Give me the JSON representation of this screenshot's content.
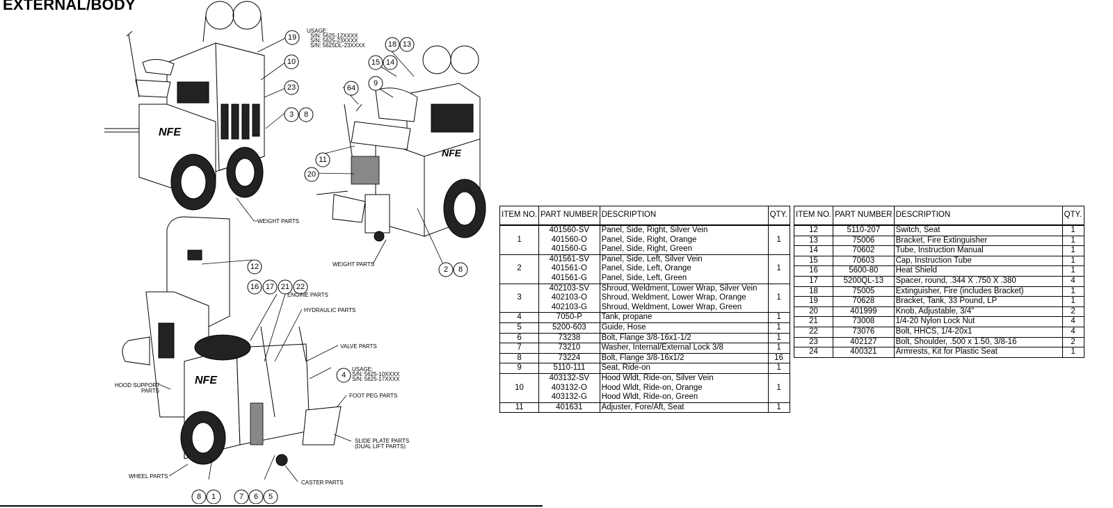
{
  "page_title": "EXTERNAL/BODY",
  "diagram": {
    "balloons": {
      "b19": "19",
      "b10": "10",
      "b23": "23",
      "b3": "3",
      "b8a": "8",
      "b18": "18",
      "b13": "13",
      "b15": "15",
      "b14": "14",
      "b9": "9",
      "b64": "64",
      "b11": "11",
      "b20": "20",
      "b2": "2",
      "b8b": "8",
      "b12": "12",
      "b16": "16",
      "b17": "17",
      "b21": "21",
      "b22": "22",
      "b4": "4",
      "b8c": "8",
      "b1": "1",
      "b7": "7",
      "b6": "6",
      "b5": "5"
    },
    "usage_top": [
      "USAGE:",
      "S/N: 5625-12XXXX",
      "S/N: 5625-23XXXX",
      "S/N: 5625DL-23XXXX"
    ],
    "usage_mid": [
      "USAGE:",
      "S/N: 5625-10XXXX",
      "S/N: 5625-17XXXX"
    ],
    "labels": {
      "weight_parts_1": "WEIGHT PARTS",
      "weight_parts_2": "WEIGHT PARTS",
      "engine_parts": "ENGINE PARTS",
      "hydraulic_parts": "HYDRAULIC PARTS",
      "valve_parts": "VALVE PARTS",
      "hood_support_1": "HOOD SUPPORT",
      "hood_support_2": "PARTS",
      "foot_peg_parts": "FOOT PEG PARTS",
      "slide_plate_1": "SLIDE PLATE PARTS",
      "slide_plate_2": "(DUAL LIFT PARTS)",
      "wheel_parts": "WHEEL PARTS",
      "caster_parts": "CASTER PARTS",
      "logo": "NFE"
    }
  },
  "tables": {
    "headers": {
      "item": "ITEM NO.",
      "part": "PART NUMBER",
      "desc": "DESCRIPTION",
      "qty": "QTY."
    },
    "left": [
      {
        "item": "1",
        "parts": [
          "401560-SV",
          "401560-O",
          "401560-G"
        ],
        "descs": [
          "Panel, Side, Right, Silver Vein",
          "Panel, Side, Right, Orange",
          "Panel, Side, Right, Green"
        ],
        "qty": "1"
      },
      {
        "item": "2",
        "parts": [
          "401561-SV",
          "401561-O",
          "401561-G"
        ],
        "descs": [
          "Panel, Side, Left, Silver Vein",
          "Panel, Side, Left, Orange",
          "Panel, Side, Left, Green"
        ],
        "qty": "1"
      },
      {
        "item": "3",
        "parts": [
          "402103-SV",
          "402103-O",
          "402103-G"
        ],
        "descs": [
          "Shroud, Weldment, Lower Wrap, Silver Vein",
          "Shroud, Weldment, Lower Wrap, Orange",
          "Shroud, Weldment, Lower Wrap, Green"
        ],
        "qty": "1"
      },
      {
        "item": "4",
        "parts": [
          "7050-P"
        ],
        "descs": [
          "Tank, propane"
        ],
        "qty": "1"
      },
      {
        "item": "5",
        "parts": [
          "5200-603"
        ],
        "descs": [
          "Guide, Hose"
        ],
        "qty": "1"
      },
      {
        "item": "6",
        "parts": [
          "73238"
        ],
        "descs": [
          "Bolt, Flange 3/8-16x1-1/2"
        ],
        "qty": "1"
      },
      {
        "item": "7",
        "parts": [
          "73210"
        ],
        "descs": [
          "Washer, Internal/External Lock 3/8"
        ],
        "qty": "1"
      },
      {
        "item": "8",
        "parts": [
          "73224"
        ],
        "descs": [
          "Bolt, Flange 3/8-16x1/2"
        ],
        "qty": "16"
      },
      {
        "item": "9",
        "parts": [
          "5110-111"
        ],
        "descs": [
          "Seat, Ride-on"
        ],
        "qty": "1"
      },
      {
        "item": "10",
        "parts": [
          "403132-SV",
          "403132-O",
          "403132-G"
        ],
        "descs": [
          "Hood Wldt, Ride-on, Silver Vein",
          "Hood Wldt, Ride-on, Orange",
          "Hood Wldt, Ride-on, Green"
        ],
        "qty": "1"
      },
      {
        "item": "11",
        "parts": [
          "401631"
        ],
        "descs": [
          "Adjuster, Fore/Aft, Seat"
        ],
        "qty": "1"
      }
    ],
    "right": [
      {
        "item": "12",
        "part": "5110-207",
        "desc": "Switch, Seat",
        "qty": "1"
      },
      {
        "item": "13",
        "part": "75006",
        "desc": "Bracket, Fire Extinguisher",
        "qty": "1"
      },
      {
        "item": "14",
        "part": "70602",
        "desc": "Tube, Instruction Manual",
        "qty": "1"
      },
      {
        "item": "15",
        "part": "70603",
        "desc": "Cap, Instruction Tube",
        "qty": "1"
      },
      {
        "item": "16",
        "part": "5600-80",
        "desc": "Heat Shield",
        "qty": "1"
      },
      {
        "item": "17",
        "part": "5200QL-13",
        "desc": "Spacer, round, .344 X .750 X .380",
        "qty": "4"
      },
      {
        "item": "18",
        "part": "75005",
        "desc": "Extinguisher, Fire (includes Bracket)",
        "qty": "1"
      },
      {
        "item": "19",
        "part": "70628",
        "desc": "Bracket, Tank, 33 Pound, LP",
        "qty": "1"
      },
      {
        "item": "20",
        "part": "401999",
        "desc": "Knob, Adjustable, 3/4\"",
        "qty": "2"
      },
      {
        "item": "21",
        "part": "73008",
        "desc": "1/4-20 Nylon Lock Nut",
        "qty": "4"
      },
      {
        "item": "22",
        "part": "73076",
        "desc": "Bolt, HHCS, 1/4-20x1",
        "qty": "4"
      },
      {
        "item": "23",
        "part": "402127",
        "desc": "Bolt, Shoulder, .500 x 1.50, 3/8-16",
        "qty": "2"
      },
      {
        "item": "24",
        "part": "400321",
        "desc": "Armrests, Kit for Plastic Seat",
        "qty": "1"
      }
    ]
  }
}
